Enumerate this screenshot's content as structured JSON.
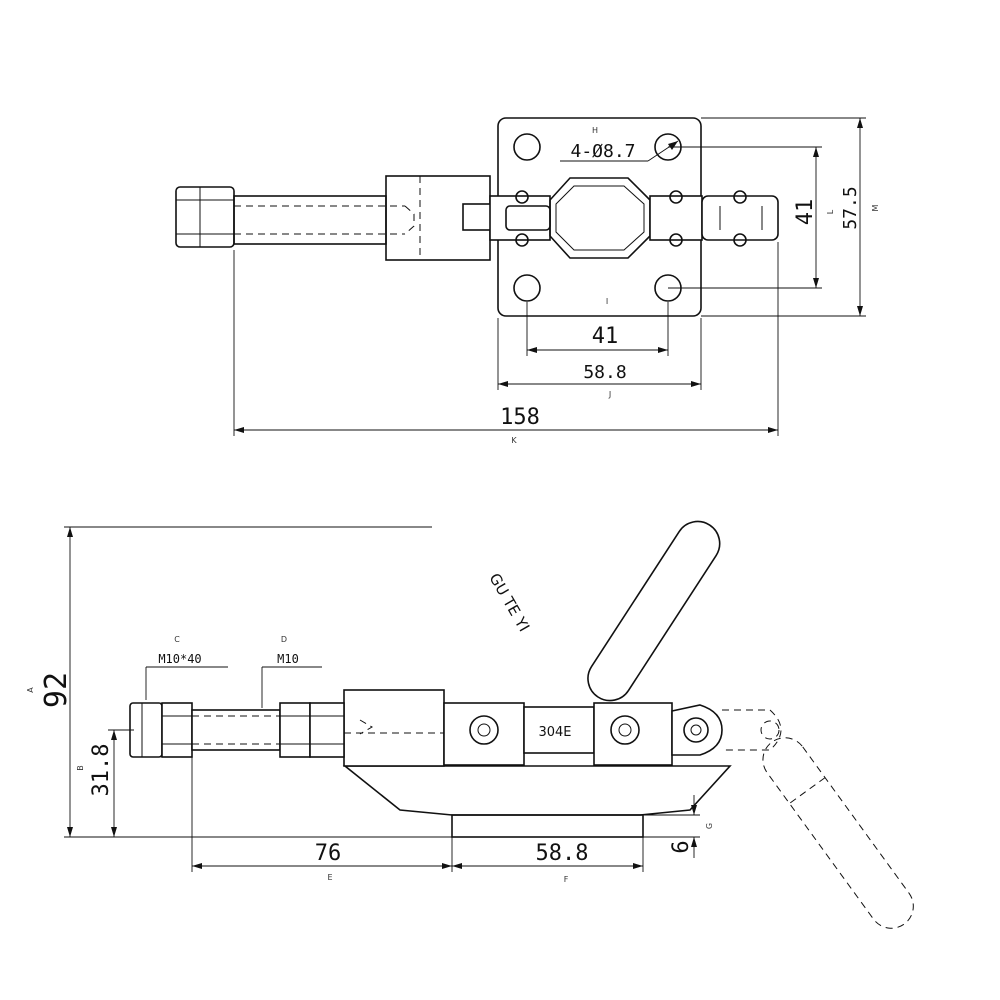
{
  "top_view": {
    "hole_note_letter": "H",
    "hole_note": "4-Ø8.7",
    "dim_I_letter": "I",
    "dim_I": "41",
    "dim_J_letter": "J",
    "dim_J": "58.8",
    "dim_K_letter": "K",
    "dim_K": "158",
    "dim_L_letter": "L",
    "dim_L": "41",
    "dim_M_letter": "M",
    "dim_M": "57.5"
  },
  "side_view": {
    "dim_A_letter": "A",
    "dim_A": "92",
    "dim_B_letter": "B",
    "dim_B": "31.8",
    "note_C_letter": "C",
    "note_C": "M10*40",
    "note_D_letter": "D",
    "note_D": "M10",
    "dim_E_letter": "E",
    "dim_E": "76",
    "dim_F_letter": "F",
    "dim_F": "58.8",
    "dim_G_letter": "G",
    "dim_G": "6",
    "handle_brand": "GU TE YI",
    "model_mark": "304E"
  }
}
